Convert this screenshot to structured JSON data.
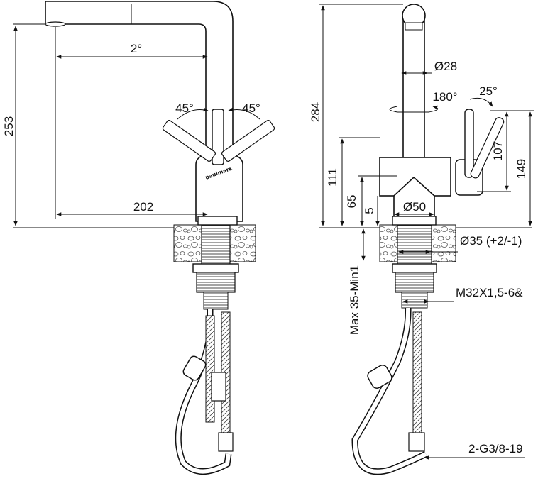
{
  "brand": "paulmark",
  "front_view": {
    "height_label": "253",
    "reach_label": "202",
    "spout_angle_label": "2°",
    "handle_left_angle_label": "45°",
    "handle_right_angle_label": "45°"
  },
  "side_view": {
    "total_height_label": "284",
    "spout_diameter_label": "Ø28",
    "spout_rotation_label": "180°",
    "handle_tilt_label": "25°",
    "handle_height_label": "107",
    "handle_top_label": "149",
    "body_height_label": "111",
    "base_height_label": "65",
    "plate_label": "5",
    "base_diameter_label": "Ø50",
    "hole_diameter_label": "Ø35 (+2/-1)",
    "counter_thickness_label": "Max 35-Min1",
    "thread_label": "M32X1,5-6&",
    "hose_label": "2-G3/8-19"
  }
}
